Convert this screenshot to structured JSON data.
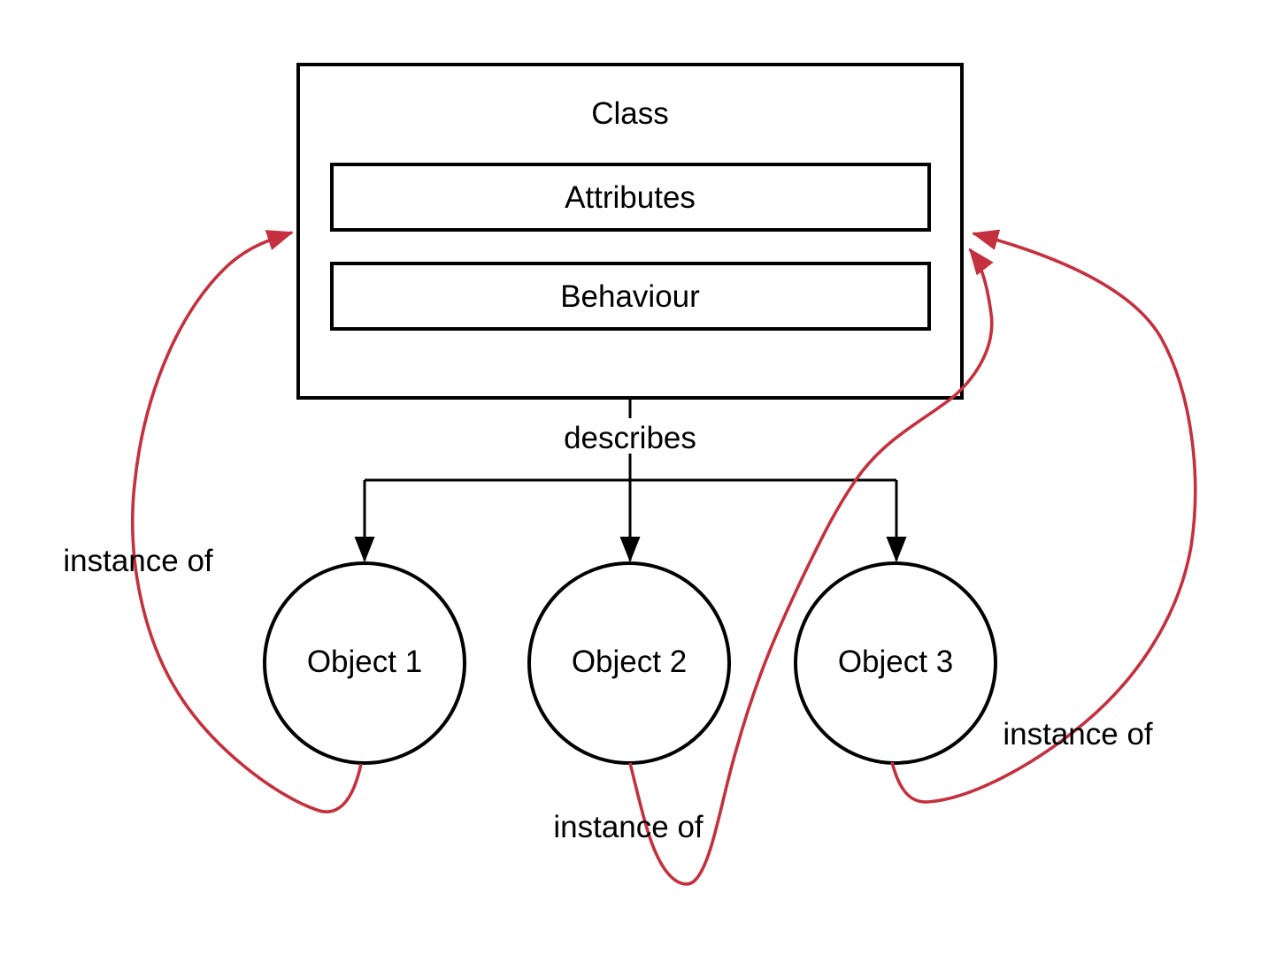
{
  "diagram": {
    "class_box": {
      "title": "Class",
      "compartments": [
        {
          "label": "Attributes"
        },
        {
          "label": "Behaviour"
        }
      ]
    },
    "describes_label": "describes",
    "objects": [
      {
        "label": "Object 1"
      },
      {
        "label": "Object 2"
      },
      {
        "label": "Object 3"
      }
    ],
    "instance_of_labels": {
      "left": "instance of",
      "bottom": "instance of",
      "right": "instance of"
    }
  },
  "colors": {
    "line": "#000000",
    "accent": "#c5303e",
    "background": "#ffffff",
    "text": "#000000"
  }
}
